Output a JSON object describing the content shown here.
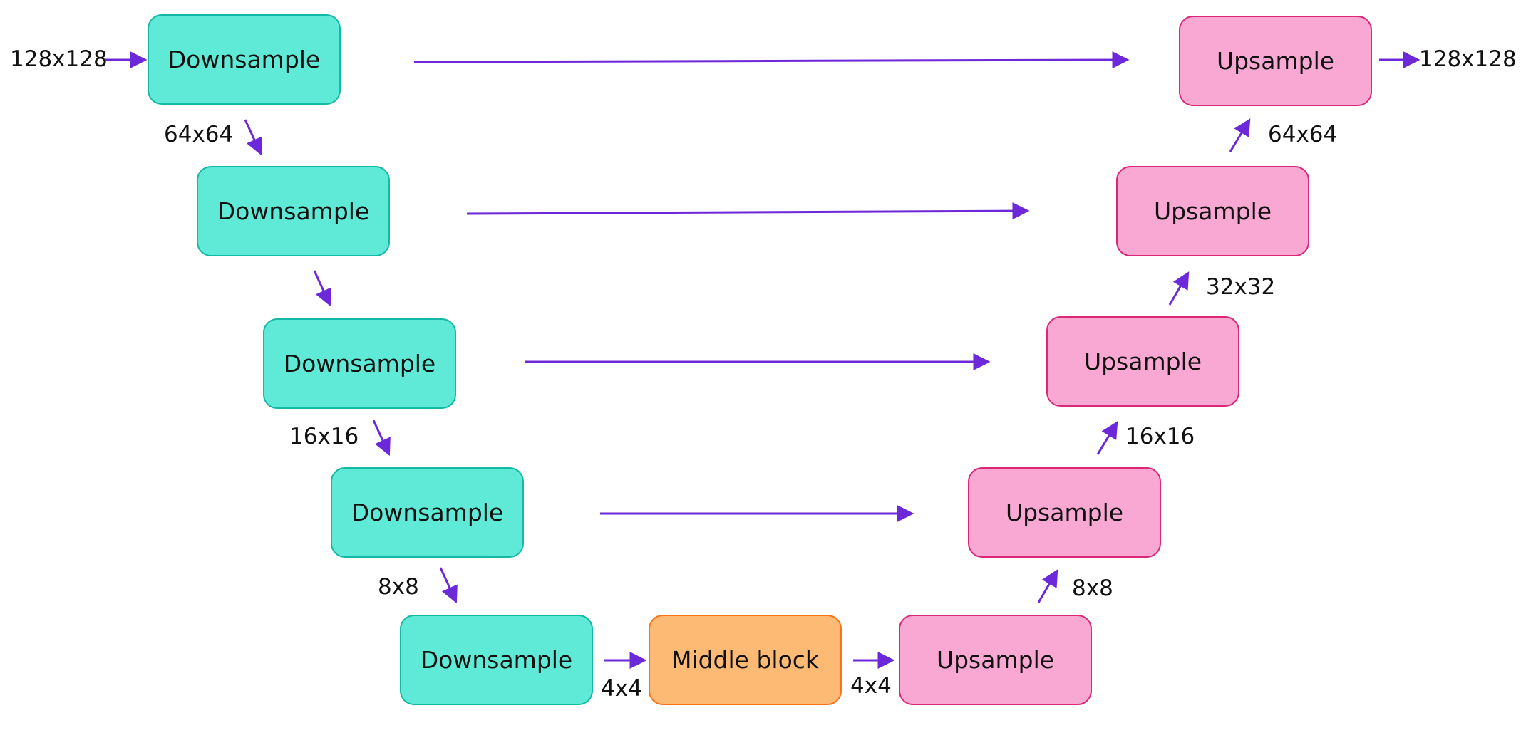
{
  "colors": {
    "arrow": "#6d28d9",
    "downsample_fill": "#5eead6",
    "downsample_border": "#14b8a6",
    "upsample_fill": "#f9a8d4",
    "upsample_border": "#db2777",
    "middle_fill": "#fdba74",
    "middle_border": "#f97316"
  },
  "encoder": {
    "blocks": [
      "Downsample",
      "Downsample",
      "Downsample",
      "Downsample",
      "Downsample"
    ]
  },
  "middle": {
    "label": "Middle block"
  },
  "decoder": {
    "blocks": [
      "Upsample",
      "Upsample",
      "Upsample",
      "Upsample",
      "Upsample"
    ]
  },
  "sizes": {
    "input": "128x128",
    "output": "128x128",
    "down_1": "64x64",
    "down_3": "16x16",
    "down_4": "8x8",
    "to_middle": "4x4",
    "from_middle": "4x4",
    "up_1": "8x8",
    "up_2": "16x16",
    "up_3": "32x32",
    "up_4": "64x64"
  }
}
